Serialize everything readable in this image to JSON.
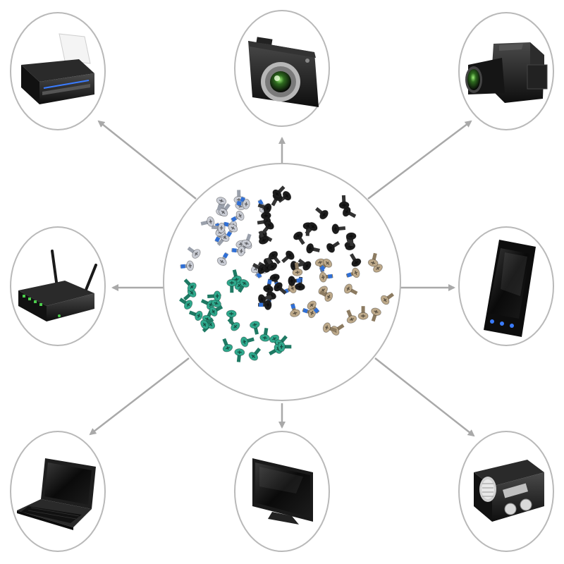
{
  "diagram": {
    "center": {
      "name": "assorted-screws",
      "icon": "screws-pile-icon"
    },
    "devices": [
      {
        "name": "printer",
        "icon": "printer-icon"
      },
      {
        "name": "camera",
        "icon": "camera-icon"
      },
      {
        "name": "camcorder",
        "icon": "camcorder-icon"
      },
      {
        "name": "router",
        "icon": "router-icon"
      },
      {
        "name": "smartphone",
        "icon": "smartphone-icon"
      },
      {
        "name": "laptop",
        "icon": "laptop-icon"
      },
      {
        "name": "tv-monitor",
        "icon": "tv-icon"
      },
      {
        "name": "radio",
        "icon": "radio-icon"
      }
    ],
    "colors": {
      "ring": "#b9b9b9",
      "arrow": "#a9a9a9",
      "screw_silver": "#c9ccd4",
      "screw_black": "#1c1c1c",
      "screw_green": "#2fa88c",
      "screw_blue": "#2f6fd6",
      "screw_brass": "#bda98a",
      "device_dark": "#1a1a1a",
      "device_accent": "#3a7cff"
    }
  }
}
